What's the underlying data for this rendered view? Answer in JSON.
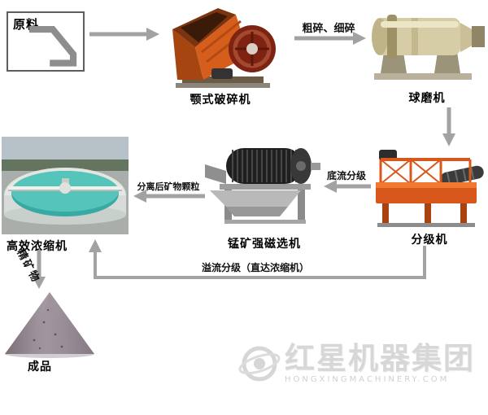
{
  "nodes": {
    "raw_material": "原料",
    "jaw_crusher": "颚式破碎机",
    "ball_mill": "球磨机",
    "classifier": "分级机",
    "magnetic_separator": "锰矿强磁选机",
    "thickener": "高效浓缩机",
    "product": "成品"
  },
  "edges": {
    "crushing": "粗碎、细碎",
    "underflow": "底流分级",
    "separated_particles": "分离后矿物颗粒",
    "concentrate": "精矿物",
    "overflow": "溢流分级（直达浓缩机）"
  },
  "watermark": {
    "brand": "红星机器集团",
    "subtitle": "HONGXINGMACHINERY.COM"
  },
  "icons": {
    "raw_material_icon": "chute-icon",
    "watermark_icon": "globe-gear-logo"
  },
  "colors": {
    "arrow_gray": "#a2a2a2",
    "crusher_orange": "#d55e1d",
    "ball_mill_beige": "#d6cca6",
    "classifier_orange": "#d8581b",
    "separator_black": "#1f1f1f",
    "thickener_teal": "#45b9b1",
    "pile_mauve": "#948a93",
    "watermark_gray": "#d7d7d7",
    "label_black": "#000000"
  }
}
